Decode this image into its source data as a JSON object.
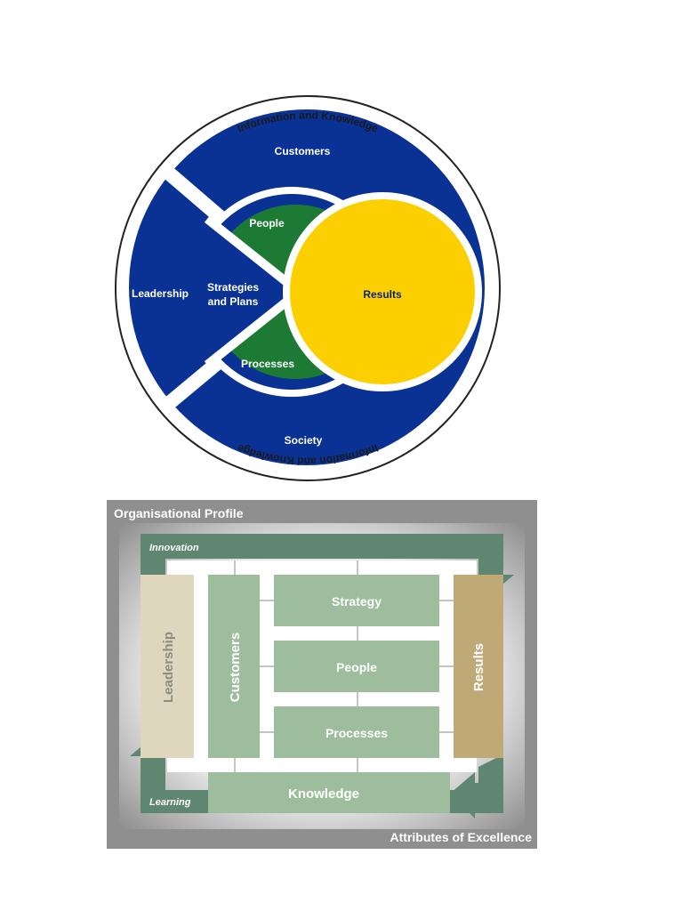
{
  "circle_model": {
    "ring_label_top": "Information and Knowledge",
    "ring_label_bottom": "Information and Knowledge",
    "customers": "Customers",
    "leadership": "Leadership",
    "society": "Society",
    "people": "People",
    "strategies_line1": "Strategies",
    "strategies_line2": "and Plans",
    "processes": "Processes",
    "results": "Results",
    "colors": {
      "blue": "#0a3294",
      "green": "#1d7a35",
      "yellow": "#fcd000"
    }
  },
  "framework": {
    "title": "Organisational Profile",
    "innovation": "Innovation",
    "learning": "Learning",
    "leadership": "Leadership",
    "customers": "Customers",
    "strategy": "Strategy",
    "people": "People",
    "processes": "Processes",
    "results": "Results",
    "knowledge": "Knowledge",
    "footer": "Attributes of Excellence",
    "colors": {
      "dark_green": "#5f8670",
      "light_green": "#9dbd9d",
      "beige": "#dfd7bd",
      "tan": "#bfa977",
      "frame": "#8f8f8f"
    }
  }
}
